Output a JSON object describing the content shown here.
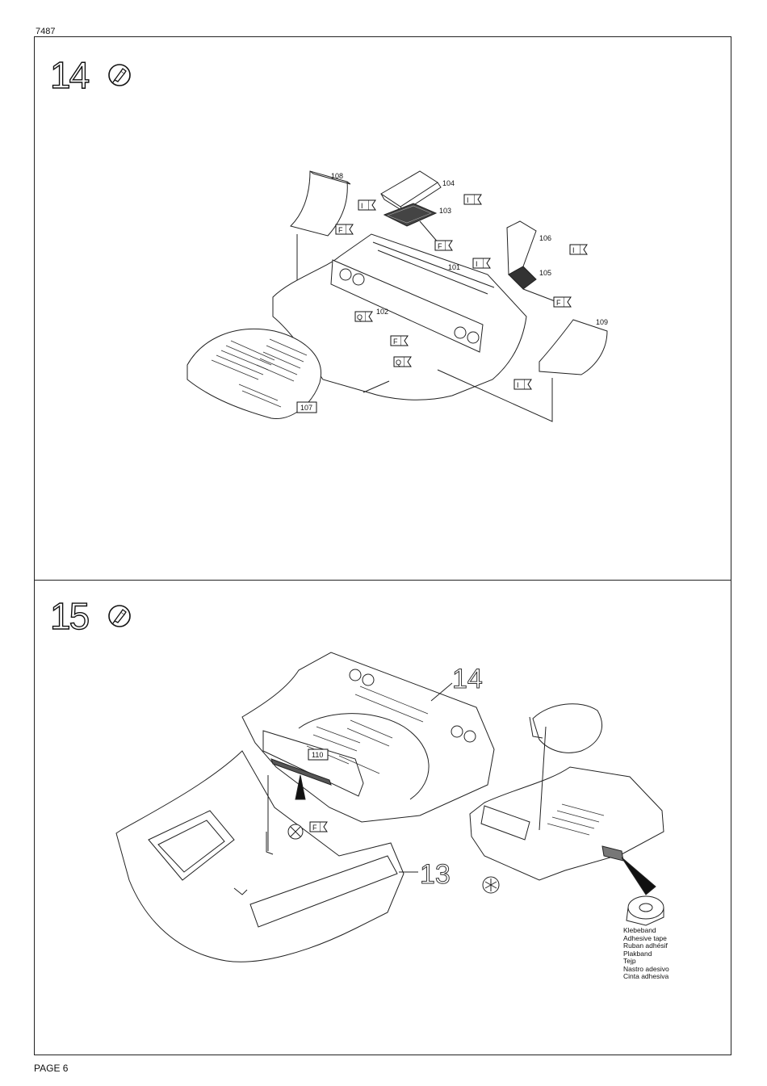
{
  "header": {
    "kit_number": "7487"
  },
  "footer": {
    "page_label": "PAGE 6"
  },
  "steps": [
    {
      "number": "14",
      "icon": "glue-icon",
      "part_numbers": [
        "108",
        "104",
        "103",
        "106",
        "101",
        "105",
        "102",
        "109",
        "107"
      ],
      "paint_codes": [
        "I",
        "I",
        "F",
        "F",
        "I",
        "I",
        "F",
        "Q",
        "F",
        "Q",
        "I"
      ]
    },
    {
      "number": "15",
      "icon": "glue-icon",
      "part_numbers": [
        "110"
      ],
      "assembly_refs": [
        "14",
        "13"
      ],
      "paint_codes": [
        "F"
      ]
    }
  ],
  "tape_note": {
    "lines": [
      "Klebeband",
      "Adhesive tape",
      "Ruban adhésif",
      "Plakband",
      "Tejp",
      "Nastro adesivo",
      "Cinta adhesiva"
    ]
  }
}
